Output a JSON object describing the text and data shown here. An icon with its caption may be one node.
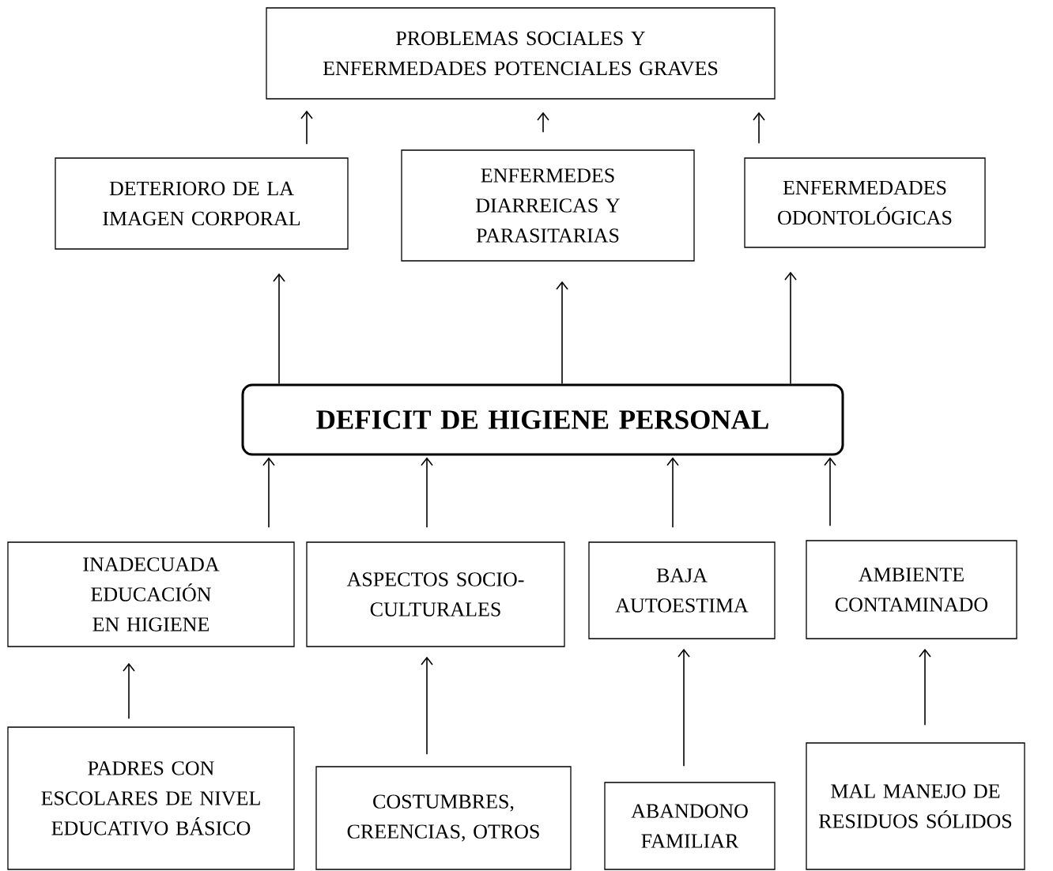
{
  "diagram": {
    "nodes": [
      {
        "text": [
          "PROBLEMAS SOCIALES Y ENFERMEDADES POTENCIALES GRAVES"
        ]
      },
      {
        "text": [
          "DETERIORO DE LA IMAGEN CORPORAL"
        ]
      },
      {
        "text": [
          "ENFERMEDES DIARREICAS Y PARASITARIAS"
        ]
      },
      {
        "text": [
          "ENFERMEDADES ODONTOLÓGICAS"
        ]
      },
      {
        "text": [
          "DEFICIT DE HIGIENE PERSONAL"
        ]
      },
      {
        "text": [
          "INADECUADA EDUCACIÓN EN HIGIENE"
        ]
      },
      {
        "text": [
          "ASPECTOS SOCIO-CULTURALES"
        ]
      },
      {
        "text": [
          "BAJA AUTOESTIMA"
        ]
      },
      {
        "text": [
          "AMBIENTE CONTAMINADO"
        ]
      },
      {
        "text": [
          "PADRES CON ESCOLARES DE NIVEL EDUCATIVO BÁSICO"
        ]
      },
      {
        "text": [
          "COSTUMBRES, CREENCIAS, OTROS"
        ]
      },
      {
        "text": [
          "ABANDONO FAMILIAR"
        ]
      },
      {
        "text": [
          "MAL MANEJO DE RESIDUOS SÓLIDOS"
        ]
      }
    ],
    "edges": [
      {
        "from": 1,
        "to": 0,
        "arrow": "to"
      },
      {
        "from": 2,
        "to": 0,
        "arrow": "to"
      },
      {
        "from": 3,
        "to": 0,
        "arrow": "to"
      },
      {
        "from": 4,
        "to": 1,
        "arrow": "to"
      },
      {
        "from": 4,
        "to": 2,
        "arrow": "to"
      },
      {
        "from": 4,
        "to": 3,
        "arrow": "to"
      },
      {
        "from": 5,
        "to": 4,
        "arrow": "to"
      },
      {
        "from": 6,
        "to": 4,
        "arrow": "to"
      },
      {
        "from": 7,
        "to": 4,
        "arrow": "to"
      },
      {
        "from": 8,
        "to": 4,
        "arrow": "to"
      },
      {
        "from": 9,
        "to": 5,
        "arrow": "to"
      },
      {
        "from": 10,
        "to": 6,
        "arrow": "to"
      },
      {
        "from": 11,
        "to": 7,
        "arrow": "to"
      },
      {
        "from": 12,
        "to": 8,
        "arrow": "to"
      }
    ]
  }
}
